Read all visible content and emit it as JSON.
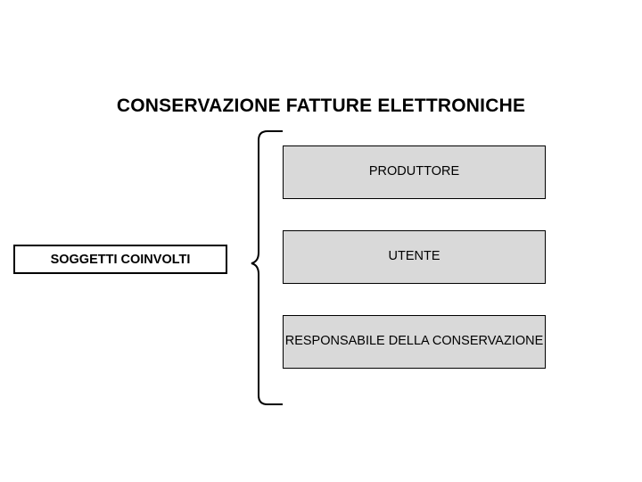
{
  "slide": {
    "title": "CONSERVAZIONE FATTURE ELETTRONICHE",
    "category_label": "SOGGETTI COINVOLTI",
    "items": [
      {
        "label": "PRODUTTORE"
      },
      {
        "label": "UTENTE"
      },
      {
        "label": "RESPONSABILE DELLA CONSERVAZIONE"
      }
    ],
    "colors": {
      "box_fill": "#d9d9d9",
      "box_border": "#000000",
      "background": "#ffffff",
      "text": "#000000"
    }
  }
}
